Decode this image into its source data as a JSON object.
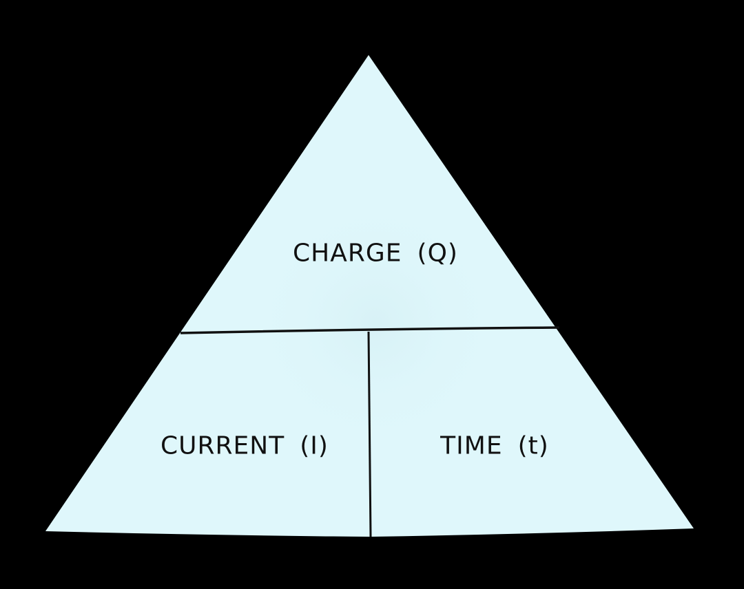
{
  "diagram": {
    "type": "formula-triangle",
    "background_color": "#000000",
    "fill_color": "#dff7fb",
    "line_color": "#111111",
    "top": {
      "quantity": "CHARGE",
      "symbol": "(Q)"
    },
    "bottom_left": {
      "quantity": "CURRENT",
      "symbol": "(I)"
    },
    "bottom_right": {
      "quantity": "TIME",
      "symbol": "(t)"
    }
  }
}
